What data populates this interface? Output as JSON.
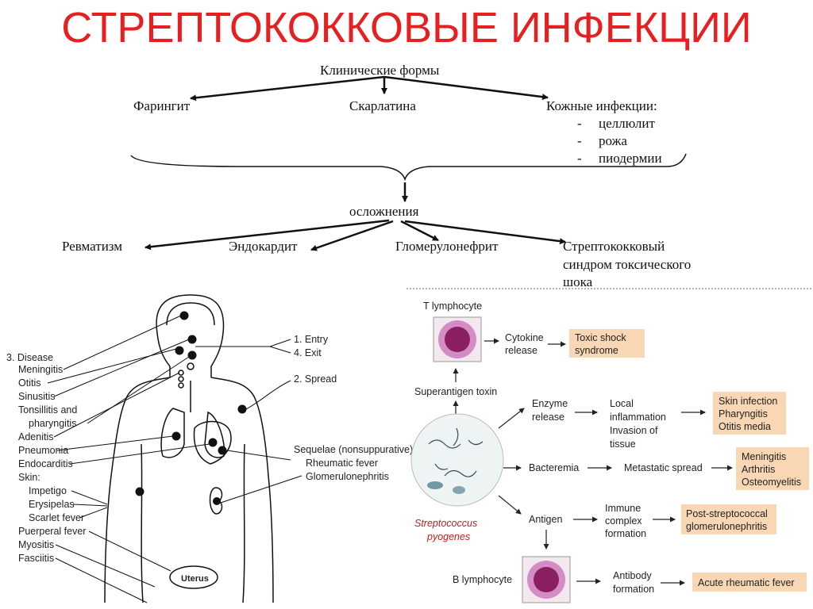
{
  "title": "СТРЕПТОКОККОВЫЕ ИНФЕКЦИИ",
  "scheme": {
    "clinical_forms": "Клинические формы",
    "pharyngitis": "Фарингит",
    "scarlet": "Скарлатина",
    "skin": "Кожные инфекции:",
    "skin_items": [
      "целлюлит",
      "рожа",
      "пиодермии"
    ],
    "complications": "осложнения",
    "rheumatism": "Ревматизм",
    "endocarditis": "Эндокардит",
    "glomerulo": "Гломерулонефрит",
    "stss": [
      "Стрептококковый",
      "синдром  токсического",
      "шока"
    ],
    "dash": "-"
  },
  "body_figure": {
    "entry": "1. Entry",
    "exit": "4. Exit",
    "spread": "2. Spread",
    "disease": "3. Disease",
    "diseases": [
      "Meningitis",
      "Otitis",
      "Sinusitis",
      "Tonsillitis and",
      "pharyngitis",
      "Adenitis",
      "Pneumonia",
      "Endocarditis",
      "Skin:",
      "Impetigo",
      "Erysipelas",
      "Scarlet fever",
      "Puerperal fever",
      "Myositis",
      "Fasciitis"
    ],
    "sequelae": "Sequelae (nonsuppurative)",
    "rheumatic": "Rheumatic fever",
    "glomerulonephritis": "Glomerulonephritis",
    "uterus": "Uterus"
  },
  "pathogenesis": {
    "t_lymphocyte": "T lymphocyte",
    "cytokine": [
      "Cytokine",
      "release"
    ],
    "toxic_shock": [
      "Toxic shock",
      "syndrome"
    ],
    "superantigen": "Superantigen toxin",
    "enzyme": [
      "Enzyme",
      "release"
    ],
    "local": [
      "Local",
      "inflammation",
      "Invasion of",
      "tissue"
    ],
    "skin_out": [
      "Skin infection",
      "Pharyngitis",
      "Otitis media"
    ],
    "bacteremia": "Bacteremia",
    "metastatic": "Metastatic spread",
    "mening_out": [
      "Meningitis",
      "Arthritis",
      "Osteomyelitis"
    ],
    "organism": [
      "Streptococcus",
      "pyogenes"
    ],
    "antigen": "Antigen",
    "immune": [
      "Immune",
      "complex",
      "formation"
    ],
    "psgn": [
      "Post-streptococcal",
      "glomerulonephritis"
    ],
    "b_lymphocyte": "B lymphocyte",
    "antibody": [
      "Antibody",
      "formation"
    ],
    "arf": "Acute rheumatic fever",
    "box_color": "#f9d7b4"
  }
}
